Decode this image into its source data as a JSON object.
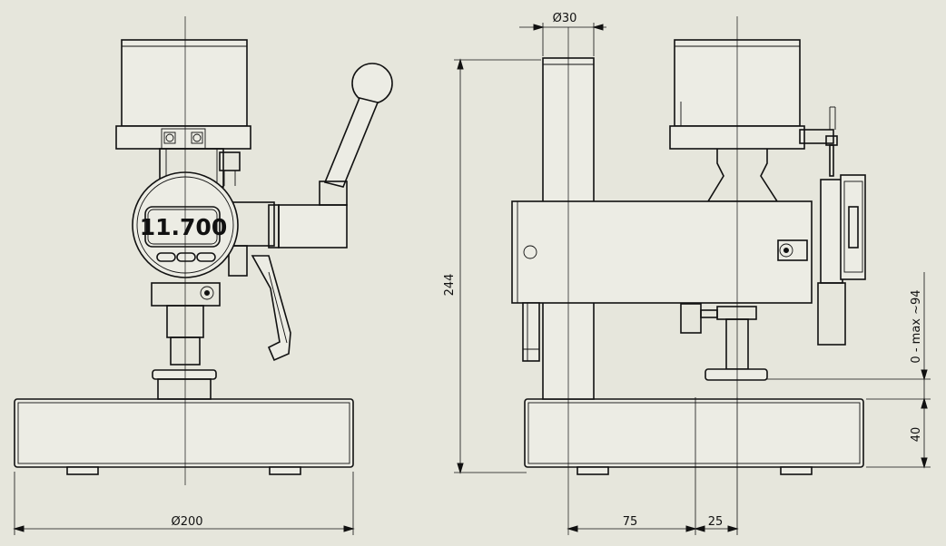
{
  "display": {
    "reading": "11.700"
  },
  "dimensions": {
    "base_diameter": "Ø200",
    "column_diameter": "Ø30",
    "total_height": "244",
    "base_height": "40",
    "max_opening": "0 - max ~94",
    "column_to_anvil": "75",
    "anvil_offset": "25"
  },
  "colors": {
    "background": "#e6e6dc",
    "line": "#111111"
  }
}
